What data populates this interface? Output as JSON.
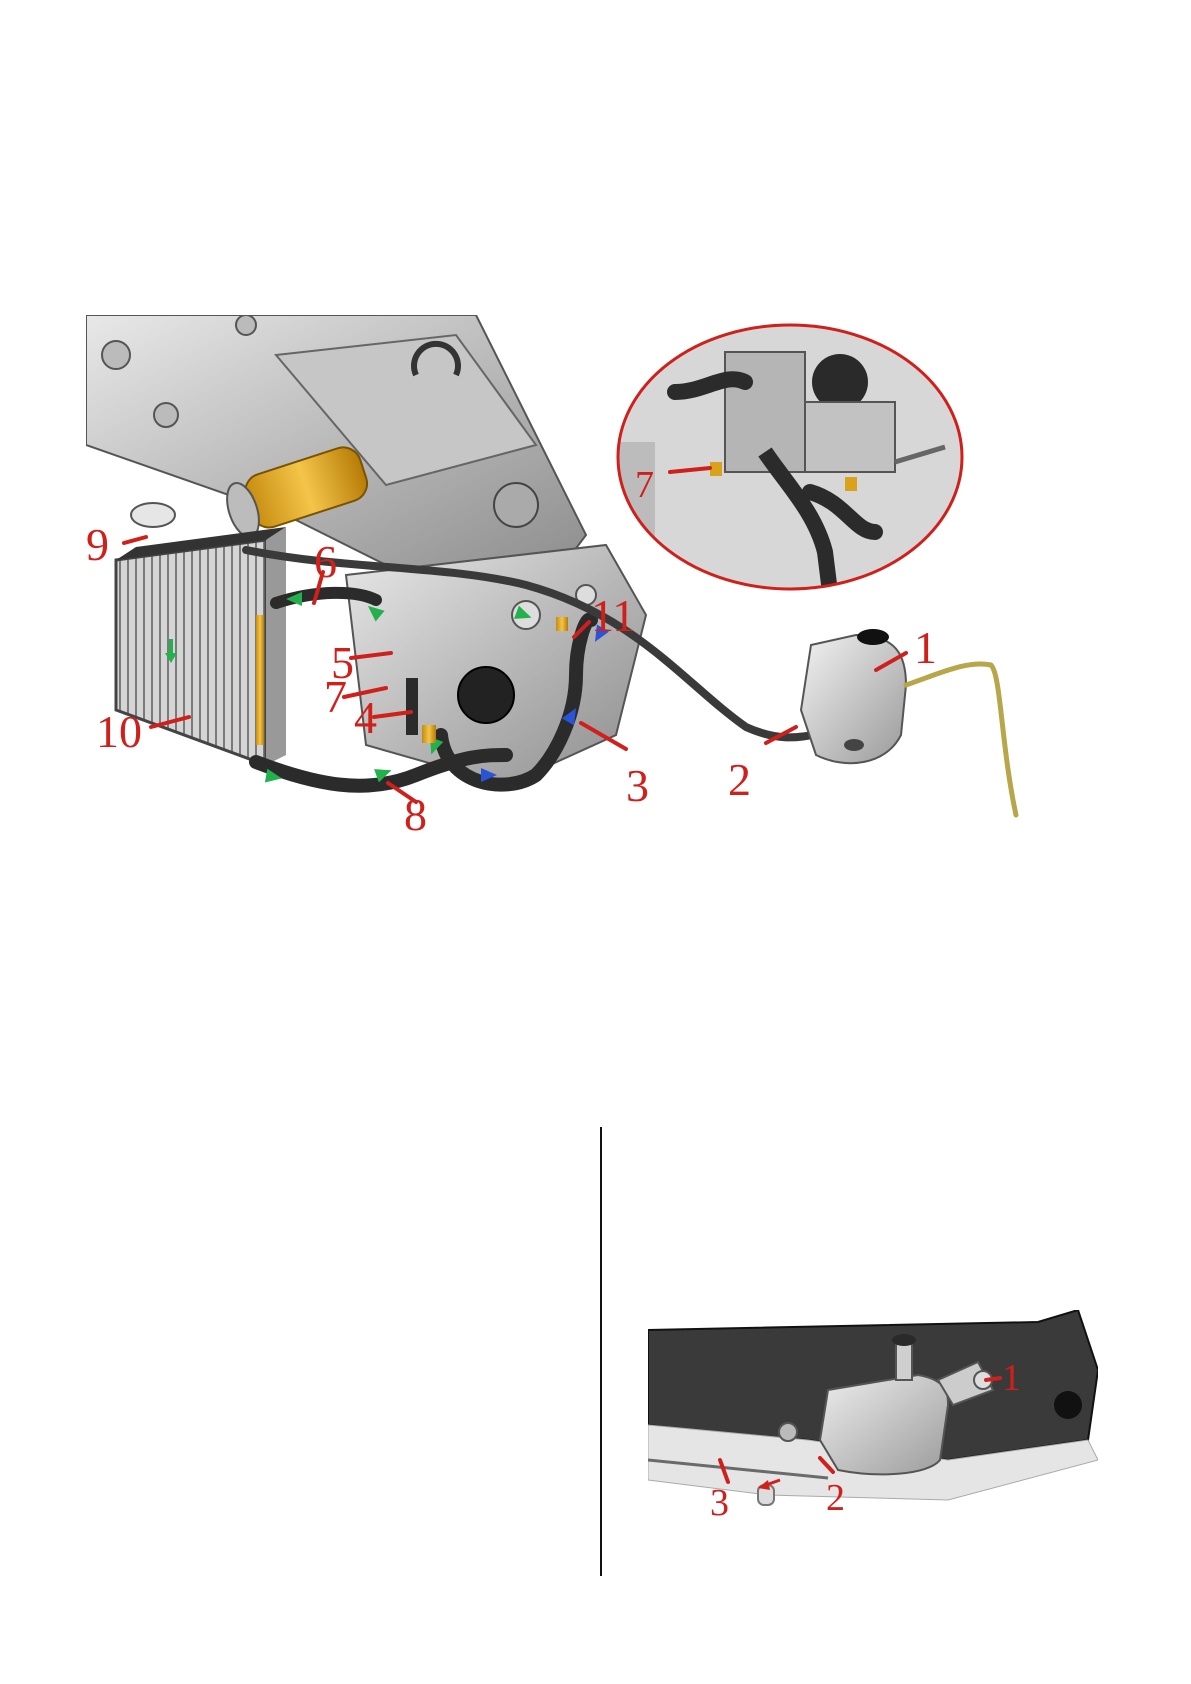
{
  "figure_main": {
    "callouts": {
      "c1": "1",
      "c2": "2",
      "c3": "3",
      "c4": "4",
      "c5": "5",
      "c6": "6",
      "c7": "7",
      "c8": "8",
      "c9": "9",
      "c10": "10",
      "c11": "11"
    },
    "colors": {
      "callout": "#d0201c",
      "flow_green": "#22b14c",
      "flow_blue": "#2a54d8",
      "clamp_gold": "#d9a21a"
    }
  },
  "figure_inset": {
    "callouts": {
      "c7": "7"
    }
  },
  "figure_tank": {
    "callouts": {
      "c1": "1",
      "c2": "2",
      "c3": "3"
    }
  }
}
